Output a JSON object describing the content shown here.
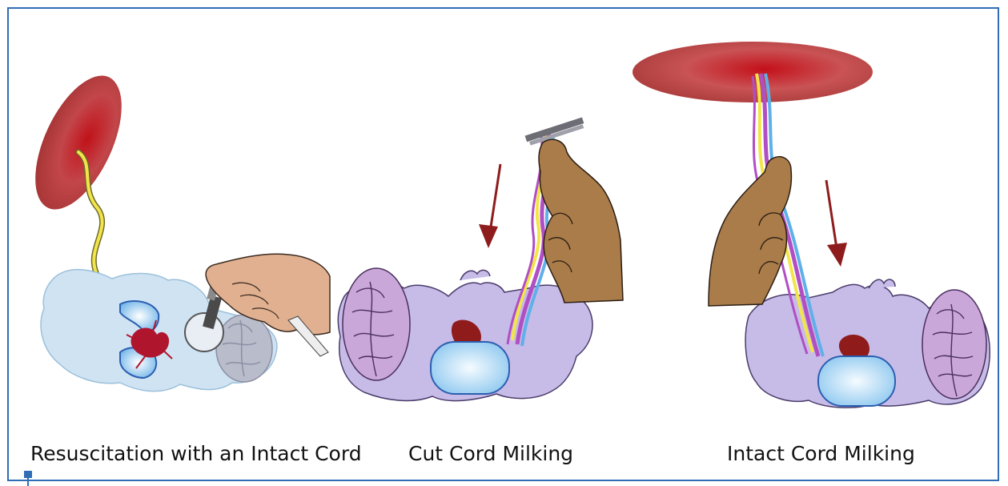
{
  "panels": [
    {
      "caption": "Resuscitation with an Intact Cord"
    },
    {
      "caption": "Cut Cord Milking"
    },
    {
      "caption": "Intact Cord Milking"
    }
  ],
  "colors": {
    "frame": "#2f6db5",
    "placenta": "#b52a2a",
    "baby_panel1": "#cfe3f3",
    "baby_panel23": "#c7bbe8",
    "brain": "#c9a7d8",
    "heart": "#8f1b1b",
    "lungs": "#8fc6ee",
    "hand": "#c08c58",
    "arrow": "#8e1c1c",
    "cord_yellow": "#f3e44a",
    "cord_purple": "#b04fc4",
    "cord_blue": "#5fb0e8"
  },
  "icons": [
    "placenta-icon",
    "umbilical-cord-icon",
    "infant-icon",
    "brain-icon",
    "heart-icon",
    "lungs-icon",
    "hand-icon",
    "stethoscope-icon",
    "clamp-icon",
    "arrow-icon"
  ]
}
